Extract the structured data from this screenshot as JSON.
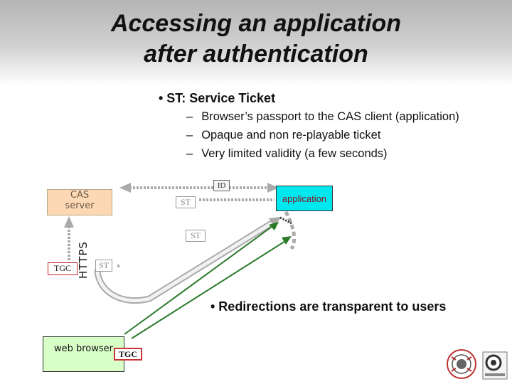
{
  "title": {
    "line1": "Accessing an application",
    "line2": "after authentication"
  },
  "bullets": {
    "main": "• ST: Service Ticket",
    "subitems": [
      "Browser’s passport to the CAS client (application)",
      "Opaque and non re-playable ticket",
      "Very limited validity (a few seconds)"
    ],
    "dash": "–",
    "redirect": "• Redirections are transparent to users"
  },
  "diagram": {
    "cas_line1": "CAS",
    "cas_line2": "server",
    "application": "application",
    "web_browser": "web browser",
    "tgc": "TGC",
    "st": "ST",
    "id": "ID",
    "https": "HTTPS"
  },
  "colors": {
    "cas_fill": "#fcd9b4",
    "app_fill": "#00e8ee",
    "browser_fill": "#d9ffc8",
    "arrow_fill": "#dcdcdc"
  },
  "icons": [
    "university-seal-logo",
    "esup-logo"
  ]
}
